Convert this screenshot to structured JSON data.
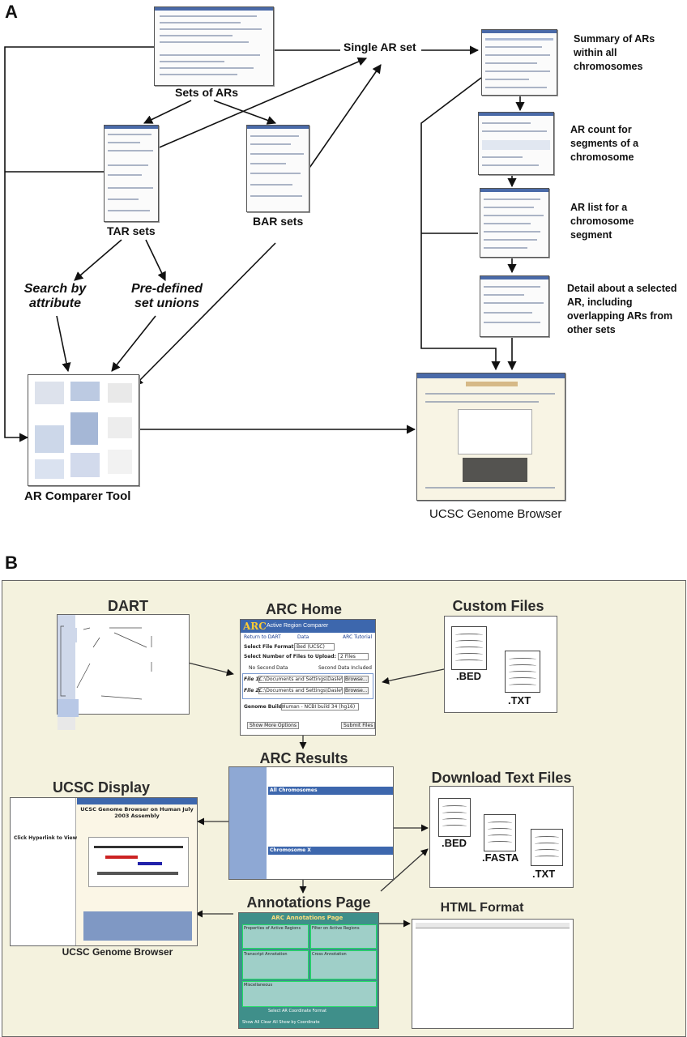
{
  "panel_a": {
    "letter": "A",
    "labels": {
      "sets_of_ars": "Sets of ARs",
      "single_ar_set": "Single AR set",
      "tar_sets": "TAR sets",
      "bar_sets": "BAR sets",
      "search_by_attribute": "Search by attribute",
      "predefined_set_unions": "Pre-defined set unions",
      "ar_comparer_tool": "AR Comparer Tool",
      "ucsc_genome_browser": "UCSC Genome Browser"
    },
    "steps": [
      "Summary of ARs within all chromosomes",
      "AR count for segments of a chromosome",
      "AR list for a chromosome segment",
      "Detail about a selected AR, including overlapping ARs from other sets"
    ]
  },
  "panel_b": {
    "letter": "B",
    "titles": {
      "dart": "DART",
      "arc_home": "ARC Home",
      "custom_files": "Custom Files",
      "arc_results": "ARC Results",
      "ucsc_display": "UCSC Display",
      "download_text_files": "Download Text Files",
      "annotations_page": "Annotations Page",
      "html_format": "HTML Format"
    },
    "custom_file_exts": [
      ".BED",
      ".TXT"
    ],
    "download_file_exts": [
      ".BED",
      ".FASTA",
      ".TXT"
    ],
    "ucsc_caption": "UCSC Genome Browser",
    "arc_home": {
      "logo": "ARC",
      "subtitle": "Active Region Comparer",
      "nav": [
        "Return to DART",
        "Data",
        "ARC Tutorial"
      ],
      "select_file_format": "Select File Format:",
      "file_format_value": "Bed (UCSC)",
      "select_number_files": "Select Number of Files to Upload:",
      "number_files_value": "2 Files",
      "radio_1": "No Second Data",
      "radio_2": "Second Data Included",
      "file1_label": "File 1:",
      "file2_label": "File 2:",
      "file_path": "C:\\Documents and Settings\\Dasle\\My Docum",
      "browse": "Browse...",
      "genome_build_label": "Genome Build:",
      "genome_build_value": "Human - NCBI build 34 (hg16)",
      "more_options": "Show More Options",
      "submit": "Submit Files"
    },
    "annotations": {
      "header": "ARC Annotations Page",
      "sec1": "Properties of Active Regions",
      "sec2": "Filter on Active Regions",
      "sec3": "Transcript Annotation",
      "sec4": "Cross Annotation",
      "sec5": "Miscellaneous",
      "output": "Select AR Coordinate Format",
      "footer": "Show All  Clear All  Show by Coordinate"
    },
    "ucsc_display": {
      "header": "UCSC Genome Browser on Human July 2003 Assembly",
      "sidebar_title": "Click Hyperlink to View"
    },
    "arc_results": {
      "section1": "All Chromosomes",
      "section2": "Chromosome X"
    }
  }
}
